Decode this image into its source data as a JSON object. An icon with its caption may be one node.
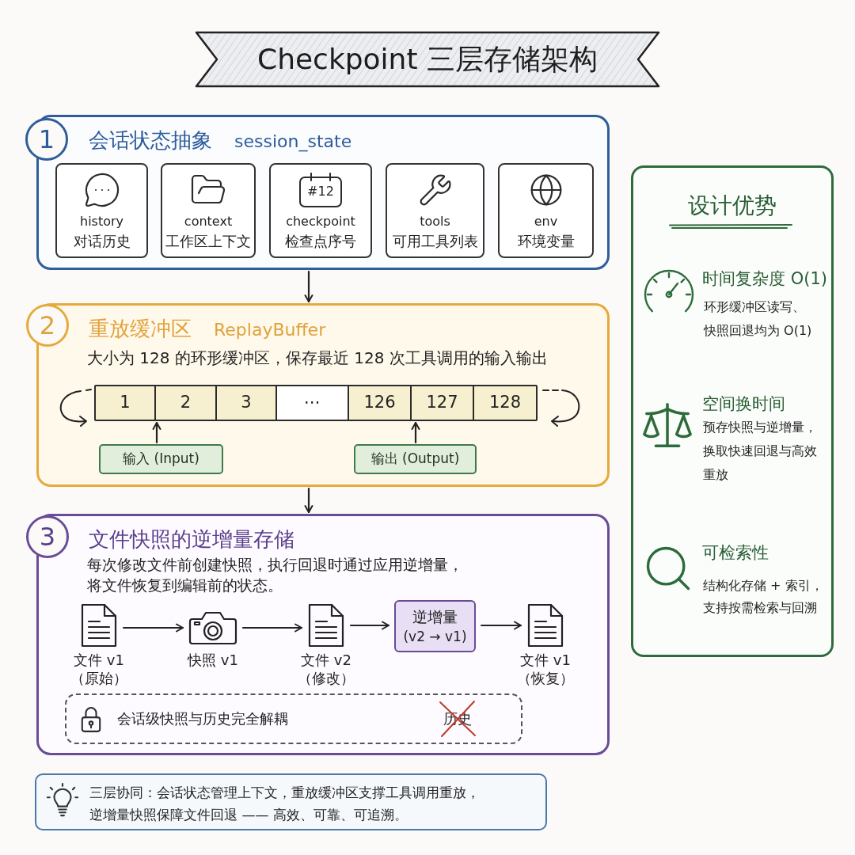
{
  "diagram": {
    "title": "Checkpoint 三层存储架构",
    "nodes": [
      {
        "text": [
          "会话状态抽象",
          "session_state"
        ]
      },
      {
        "text": [
          "1"
        ]
      },
      {
        "text": [
          "history",
          "对话历史"
        ],
        "in": 0
      },
      {
        "text": [
          "context",
          "工作区上下文"
        ],
        "in": 0
      },
      {
        "text": [
          "#12",
          "checkpoint",
          "检查点序号"
        ],
        "in": 0
      },
      {
        "text": [
          "tools",
          "可用工具列表"
        ],
        "in": 0
      },
      {
        "text": [
          "env",
          "环境变量"
        ],
        "in": 0
      },
      {
        "text": [
          "重放缓冲区",
          "ReplayBuffer",
          "大小为 128 的环形缓冲区，保存最近 128 次工具调用的输入输出"
        ]
      },
      {
        "text": [
          "2"
        ]
      },
      {
        "text": [],
        "shape": "bar",
        "in": 7
      },
      {
        "text": [
          "1"
        ],
        "in": 9
      },
      {
        "text": [
          "2"
        ],
        "in": 9
      },
      {
        "text": [
          "3"
        ],
        "in": 9
      },
      {
        "text": [
          "⋯"
        ],
        "in": 9
      },
      {
        "text": [
          "126"
        ],
        "in": 9
      },
      {
        "text": [
          "127"
        ],
        "in": 9
      },
      {
        "text": [
          "128"
        ],
        "in": 9
      },
      {
        "text": [
          "输入 (Input)"
        ],
        "in": 7
      },
      {
        "text": [
          "输出 (Output)"
        ],
        "in": 7
      },
      {
        "text": [
          "文件快照的逆增量存储",
          "每次修改文件前创建快照，执行回退时通过应用逆增量，将文件恢复到编辑前的状态。"
        ]
      },
      {
        "text": [
          "3"
        ]
      },
      {
        "text": [],
        "shape": "picture",
        "beside": [
          "文件 v1",
          "（原始）"
        ],
        "in": 19
      },
      {
        "text": [],
        "shape": "picture",
        "beside": [
          "快照 v1"
        ],
        "in": 19
      },
      {
        "text": [],
        "shape": "picture",
        "beside": [
          "文件 v2",
          "（修改）"
        ],
        "in": 19
      },
      {
        "text": [
          "逆增量",
          "(v2 → v1)"
        ],
        "in": 19
      },
      {
        "text": [],
        "shape": "picture",
        "beside": [
          "文件 v1",
          "（恢复）"
        ],
        "in": 19
      },
      {
        "text": [
          "会话级快照与历史完全解耦",
          "历史"
        ],
        "in": 19
      },
      {
        "text": [
          "设计优势",
          "时间复杂度 O(1)",
          "环形缓冲区读写、快照回退均为 O(1)",
          "空间换时间",
          "预存快照与逆增量，换取快速回退与高效重放",
          "可检索性",
          "结构化存储 + 索引，支持按需检索与回溯"
        ]
      },
      {
        "text": [
          "三层协同：会话状态管理上下文，重放缓冲区支撑工具调用重放，逆增量快照保障文件回退 —— 高效、可靠、可追溯。"
        ]
      }
    ],
    "edges": [
      {
        "from": 0,
        "to": 7,
        "arrow": "to"
      },
      {
        "from": 7,
        "to": 19,
        "arrow": "to"
      },
      {
        "from": 17,
        "to": 9,
        "arrow": "to"
      },
      {
        "from": 18,
        "to": 9,
        "arrow": "to"
      },
      {
        "from": 21,
        "to": 22,
        "arrow": "to"
      },
      {
        "from": 22,
        "to": 23,
        "arrow": "to"
      },
      {
        "from": 23,
        "to": 24,
        "arrow": "to"
      },
      {
        "from": 24,
        "to": 25,
        "arrow": "to"
      }
    ]
  }
}
